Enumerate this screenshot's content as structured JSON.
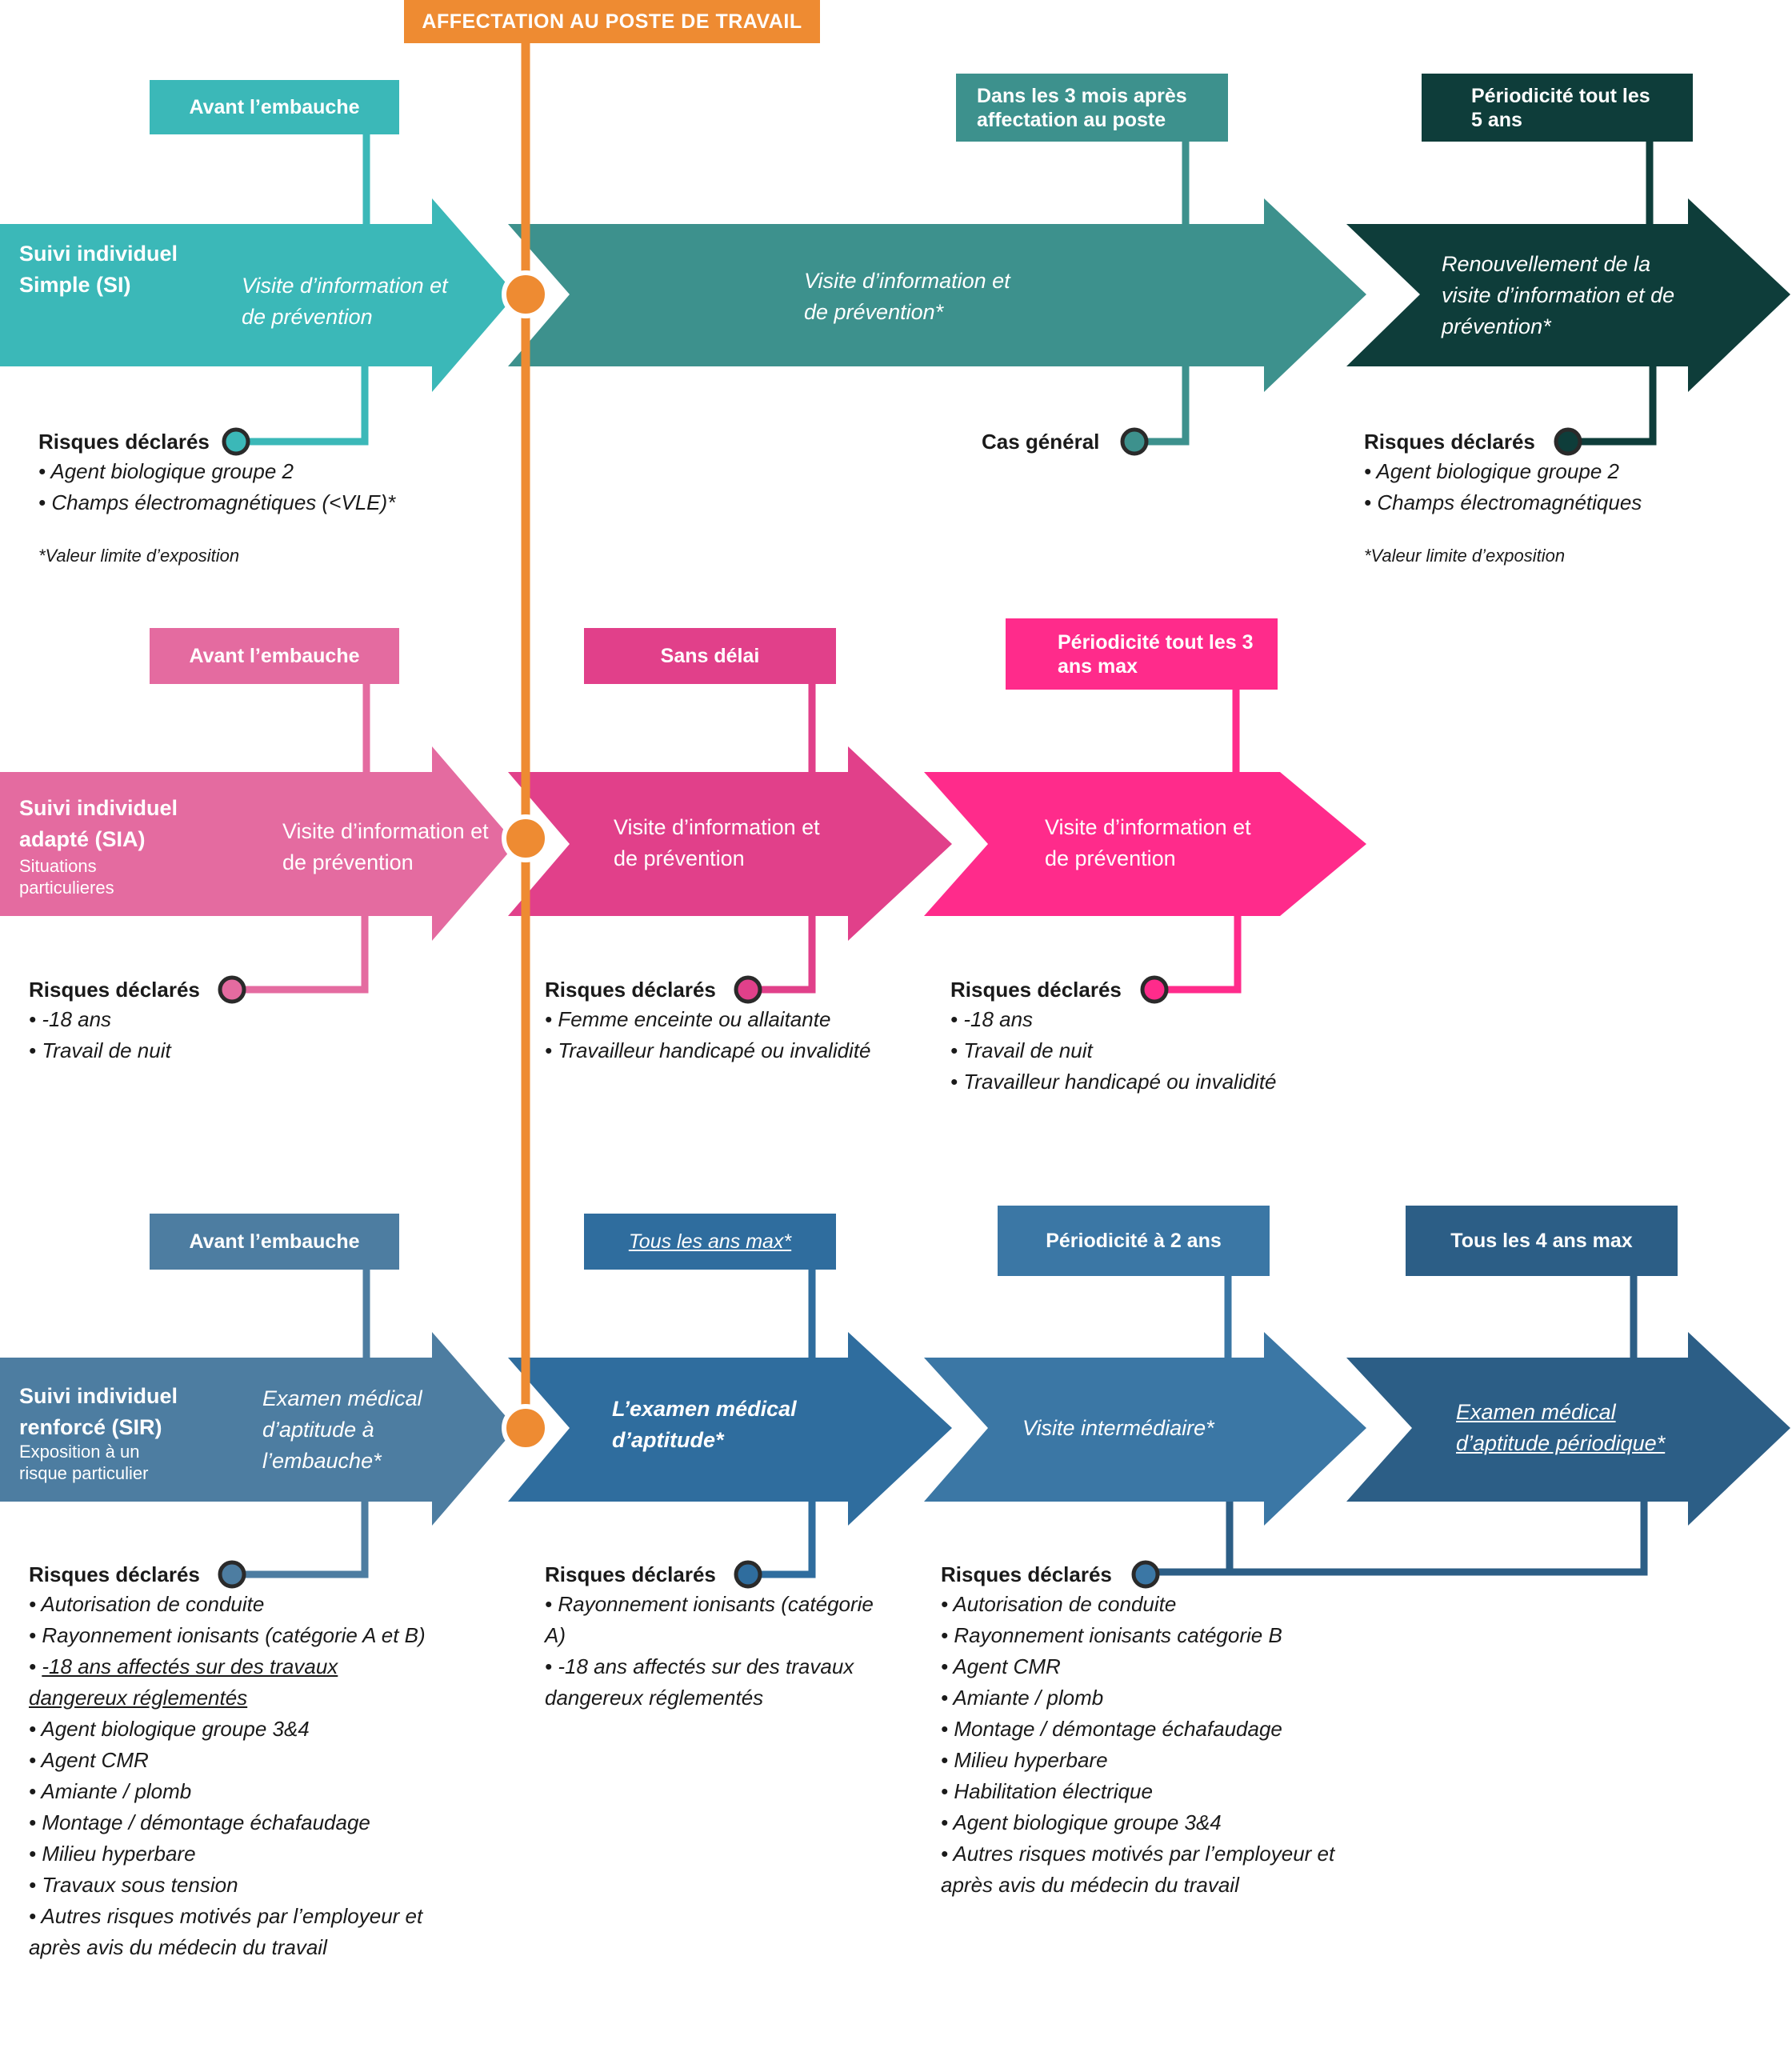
{
  "header": {
    "affectation_label": "AFFECTATION AU POSTE DE TRAVAIL"
  },
  "colors": {
    "orange": "#EE8B32",
    "si_1": "#3BB8B8",
    "si_2": "#3D918D",
    "si_3": "#0E3D3A",
    "sia_1": "#E46BA0",
    "sia_2": "#E1408A",
    "sia_3": "#FF2B8B",
    "sir_1": "#4D7DA1",
    "sir_2": "#2F6D9E",
    "sir_3": "#3B77A5",
    "sir_4": "#2C5E86"
  },
  "si": {
    "box_before": "Avant l’embauche",
    "box_3months": "Dans les 3 mois après affectation au poste",
    "box_5years": "Périodicité tout les 5 ans",
    "title": "Suivi individuel Simple (SI)",
    "arrow1_text": "Visite d’information et de prévention",
    "arrow2_text": "Visite d’information et de prévention*",
    "arrow3_text": "Renouvellement de la visite d’information et de prévention*",
    "risks_left": {
      "title": "Risques déclarés",
      "items": [
        "Agent biologique groupe 2",
        "Champs électromagnétiques (<VLE)*"
      ],
      "note": "*Valeur limite d’exposition"
    },
    "cas_general": "Cas général",
    "risks_right": {
      "title": "Risques déclarés",
      "items": [
        "Agent biologique groupe 2",
        "Champs électromagnétiques"
      ],
      "note": "*Valeur limite d’exposition"
    }
  },
  "sia": {
    "box_before": "Avant l’embauche",
    "box_sans_delai": "Sans délai",
    "box_3years": "Périodicité tout les 3 ans max",
    "title": "Suivi individuel adapté (SIA)",
    "subtitle": "Situations particulieres",
    "arrow1_text": "Visite d’information et de prévention",
    "arrow2_text": "Visite d’information et de prévention",
    "arrow3_text": "Visite d’information et de prévention",
    "risks_left": {
      "title": "Risques déclarés",
      "items": [
        "-18 ans",
        "Travail de nuit"
      ]
    },
    "risks_mid": {
      "title": "Risques déclarés",
      "items": [
        "Femme enceinte ou allaitante",
        "Travailleur handicapé ou invalidité"
      ]
    },
    "risks_right": {
      "title": "Risques déclarés",
      "items": [
        "-18 ans",
        "Travail de nuit",
        "Travailleur handicapé ou invalidité"
      ]
    }
  },
  "sir": {
    "box_before": "Avant l’embauche",
    "box_yearly": "Tous les ans max*",
    "box_2years": "Périodicité à 2 ans",
    "box_4years": "Tous les 4 ans max",
    "title": "Suivi individuel renforcé (SIR)",
    "subtitle": "Exposition à un risque particulier",
    "arrow1_text": "Examen médical d’aptitude à l’embauche*",
    "arrow2_text": "L’examen médical d’aptitude*",
    "arrow3_text": "Visite intermédiaire*",
    "arrow4_text": "Examen médical d’aptitude périodique*",
    "risks_left": {
      "title": "Risques déclarés",
      "items": [
        "Autorisation de conduite",
        "Rayonnement ionisants (catégorie A et B)",
        "-18 ans affectés sur des travaux dangereux réglementés",
        "Agent biologique groupe 3&4",
        "Agent CMR",
        "Amiante / plomb",
        "Montage / démontage échafaudage",
        "Milieu hyperbare",
        "Travaux sous tension",
        "Autres risques motivés par l’employeur et après avis du médecin du travail"
      ]
    },
    "risks_mid": {
      "title": "Risques déclarés",
      "items": [
        "Rayonnement ionisants (catégorie A)",
        "-18 ans affectés sur des travaux dangereux réglementés"
      ]
    },
    "risks_right": {
      "title": "Risques déclarés",
      "items": [
        "Autorisation de conduite",
        "Rayonnement ionisants catégorie B",
        "Agent CMR",
        "Amiante / plomb",
        "Montage / démontage échafaudage",
        "Milieu hyperbare",
        "Habilitation électrique",
        "Agent biologique groupe 3&4",
        "Autres risques motivés par l’employeur et après avis du médecin du travail"
      ]
    }
  }
}
